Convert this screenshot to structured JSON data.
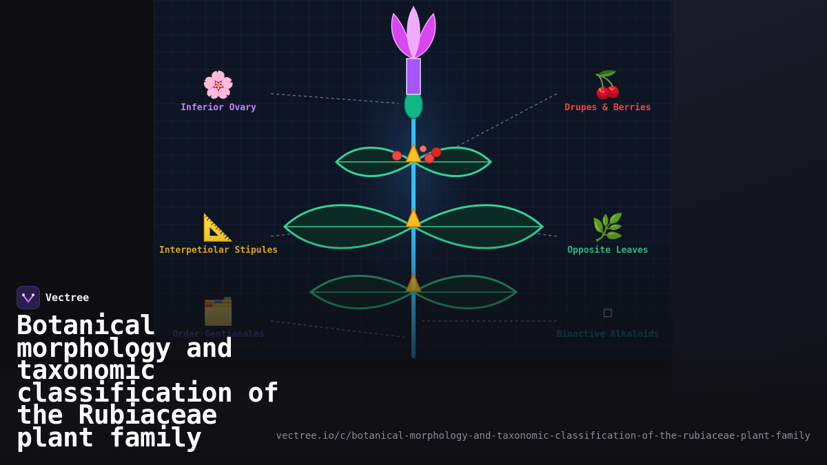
{
  "brand": {
    "name": "Vectree"
  },
  "page_title": "Botanical morphology and taxonomic classification of the Rubiaceae plant family",
  "url": "vectree.io/c/botanical-morphology-and-taxonomic-classification-of-the-rubiaceae-plant-family",
  "diagram": {
    "features": [
      {
        "key": "inferior_ovary",
        "label": "Inferior Ovary",
        "icon": "cherry-blossom-icon",
        "glyph": "🌸",
        "color": "#c084fc"
      },
      {
        "key": "drupes_berries",
        "label": "Drupes & Berries",
        "icon": "cherries-icon",
        "glyph": "🍒",
        "color": "#ef4444"
      },
      {
        "key": "interpetiolar_stipules",
        "label": "Interpetiolar Stipules",
        "icon": "triangular-ruler-icon",
        "glyph": "📐",
        "color": "#fbbf24"
      },
      {
        "key": "opposite_leaves",
        "label": "Opposite Leaves",
        "icon": "herb-icon",
        "glyph": "🌿",
        "color": "#34d399"
      },
      {
        "key": "order_gentianales",
        "label": "Order Gentianales",
        "icon": "card-index-dividers-icon",
        "glyph": "🗂️",
        "color": "#8b5cf6"
      },
      {
        "key": "bioactive_alkaloids",
        "label": "Bioactive Alkaloids",
        "icon": "empty-square-icon",
        "glyph": "◻",
        "color": "#22d3ee"
      }
    ]
  },
  "colors": {
    "stem": "#38bdf8",
    "leaf_stroke": "#34d399",
    "leaf_fill": "#0b2a26",
    "stipule": "#fbbf24",
    "flower": "#e879f9",
    "ovary": "#10b981",
    "berry": "#ef4444"
  }
}
